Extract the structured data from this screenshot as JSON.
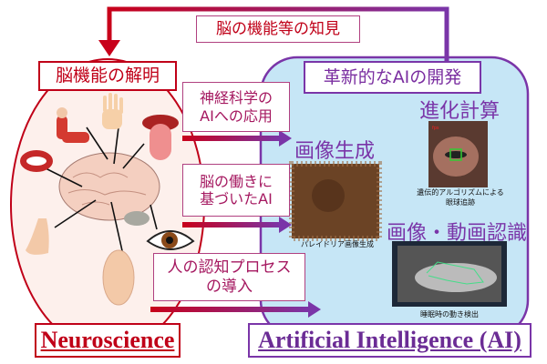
{
  "feedback": {
    "label": "脳の機能等の知見"
  },
  "neuro": {
    "heading": "脳機能の解明",
    "title": "Neuroscience"
  },
  "ai": {
    "heading": "革新的なAIの開発",
    "title": "Artificial Intelligence (AI)"
  },
  "links": [
    {
      "line1": "神経科学の",
      "line2": "AIへの応用"
    },
    {
      "line1": "脳の働きに",
      "line2": "基づいたAI"
    },
    {
      "line1": "人の認知プロセス",
      "line2": "の導入"
    }
  ],
  "topics": [
    {
      "title": "画像生成",
      "caption1": "パレイドリア画像生成"
    },
    {
      "title": "進化計算",
      "caption1": "遺伝的アルゴリズムによる",
      "caption2": "眼球追跡"
    },
    {
      "title": "画像・動画認識",
      "caption1": "睡眠時の動き検出"
    }
  ],
  "colors": {
    "red": "#c00018",
    "purple": "#7a35a8",
    "ai_bg": "#c6e6f6",
    "neuro_bg": "#fdf0ec"
  }
}
